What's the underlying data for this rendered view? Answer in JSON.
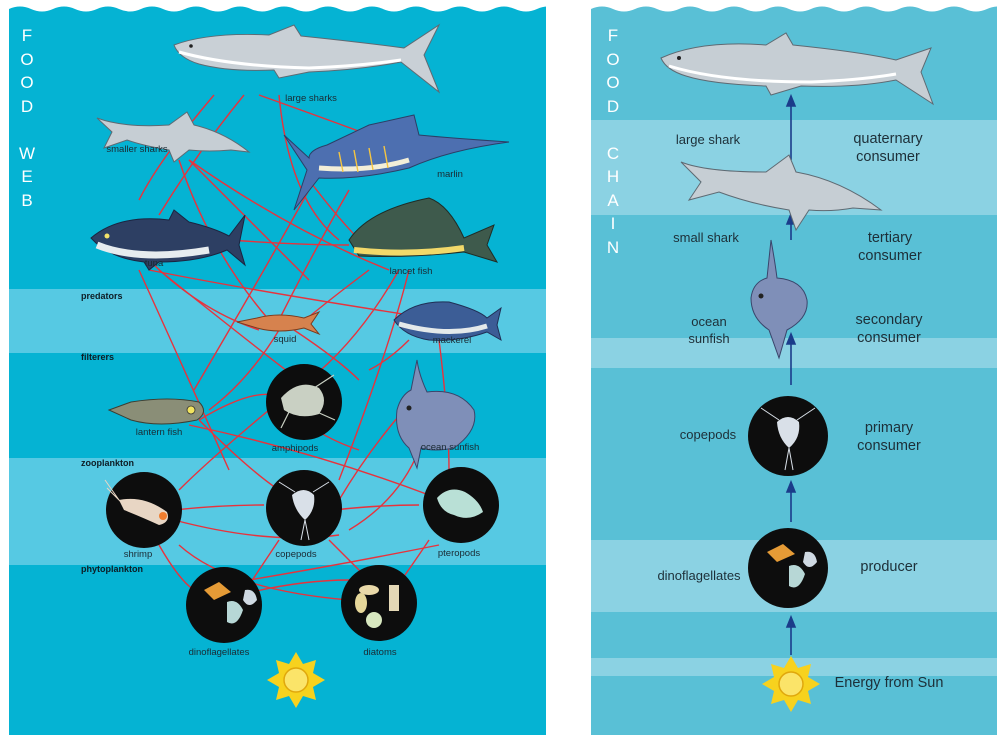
{
  "web": {
    "title_letters": "F\nO\nO\nD\n\nW\nE\nB",
    "levels": {
      "predators": "predators",
      "filterers": "filterers",
      "zooplankton": "zooplankton",
      "phytoplankton": "phytoplankton"
    },
    "organisms": {
      "large_sharks": "large sharks",
      "smaller_sharks": "smaller sharks",
      "marlin": "marlin",
      "tuna": "tuna",
      "lancet_fish": "lancet fish",
      "squid": "squid",
      "mackerel": "mackerel",
      "lantern_fish": "lantern fish",
      "amphipods": "amphipods",
      "ocean_sunfish": "ocean sunfish",
      "shrimp": "shrimp",
      "copepods": "copepods",
      "pteropods": "pteropods",
      "dinoflagellates": "dinoflagellates",
      "diatoms": "diatoms"
    }
  },
  "chain": {
    "title_letters": "F\nO\nO\nD\n\nC\nH\nA\nI\nN",
    "steps": [
      {
        "organism": "large shark",
        "role": "quaternary\nconsumer"
      },
      {
        "organism": "small shark",
        "role": "tertiary\nconsumer"
      },
      {
        "organism": "ocean\nsunfish",
        "role": "secondary\nconsumer"
      },
      {
        "organism": "copepods",
        "role": "primary\nconsumer"
      },
      {
        "organism": "dinoflagellates",
        "role": "producer"
      }
    ],
    "energy": "Energy from Sun"
  },
  "colors": {
    "web_water": "#05b3d3",
    "web_band": "#56c9e3",
    "chain_water": "#59c0d6",
    "chain_band": "#8bd2e3",
    "link_line": "#e8323c",
    "arrow": "#1b3c8a",
    "sun": "#f7d21e"
  }
}
